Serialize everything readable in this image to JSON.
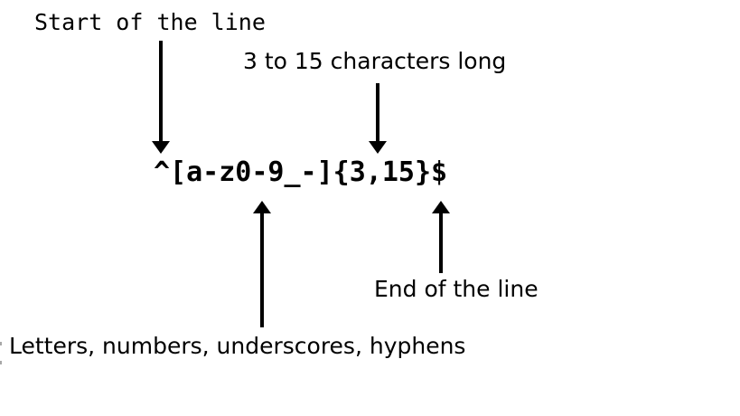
{
  "diagram": {
    "regex": "^[a-z0-9_-]{3,15}$",
    "labels": {
      "start": "Start of the line",
      "length": "3 to 15 characters long",
      "end": "End of the line",
      "charclass": "Letters, numbers, underscores, hyphens"
    },
    "arrows": [
      {
        "icon": "arrow-down-icon",
        "from_label": "start",
        "points_to": "^"
      },
      {
        "icon": "arrow-down-icon",
        "from_label": "length",
        "points_to": "{3,15}"
      },
      {
        "icon": "arrow-up-icon",
        "from_label": "charclass",
        "points_to": "[a-z0-9_-]"
      },
      {
        "icon": "arrow-up-icon",
        "from_label": "end",
        "points_to": "$"
      }
    ],
    "colors": {
      "foreground": "#000000",
      "background": "#ffffff"
    }
  }
}
